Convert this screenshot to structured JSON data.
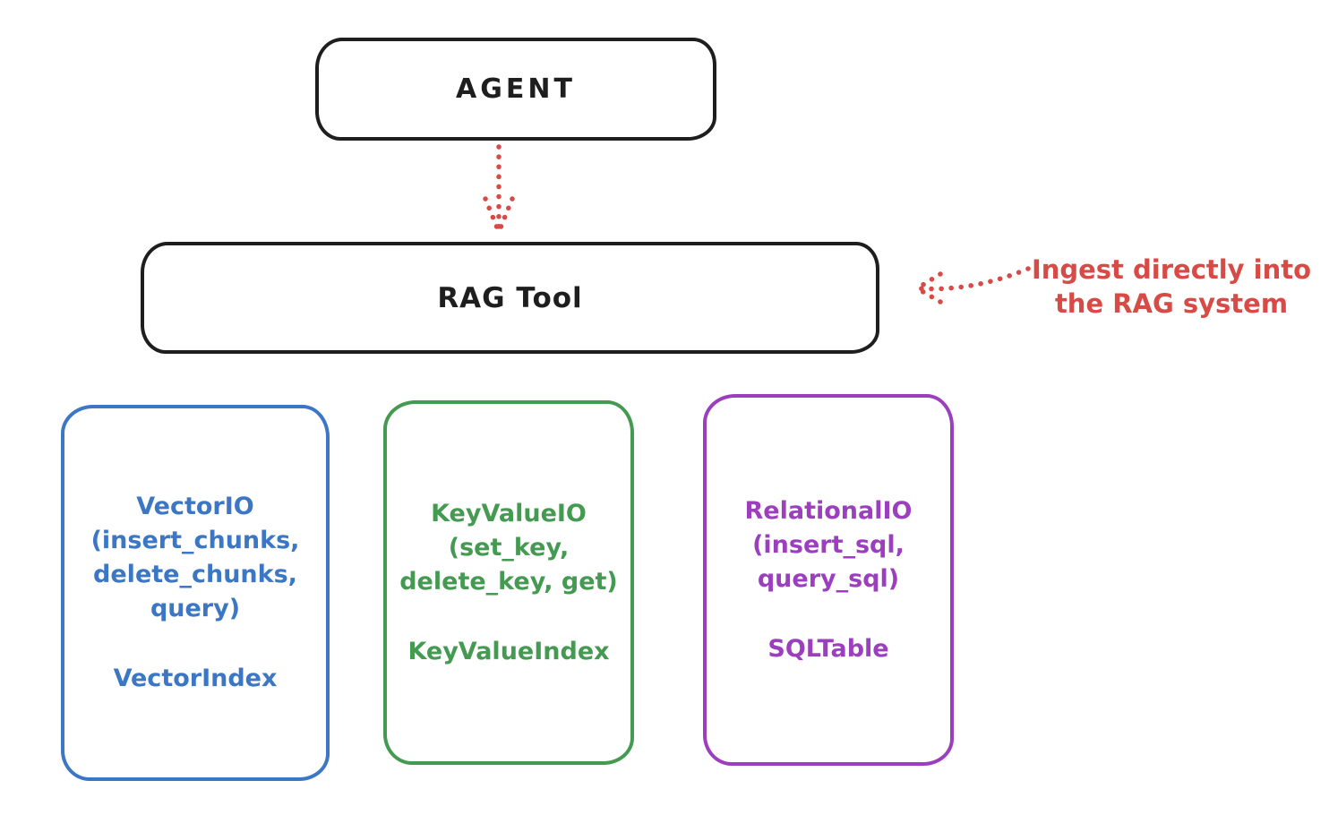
{
  "colors": {
    "ink": "#1e1e1e",
    "red": "#d84a45",
    "blue": "#3b77c5",
    "green": "#459a52",
    "purple": "#9c3fbf"
  },
  "agent_box": {
    "label": "AGENT"
  },
  "rag_tool_box": {
    "label": "RAG Tool"
  },
  "annotation": {
    "line1": "Ingest directly into",
    "line2": "the RAG system"
  },
  "arrows": {
    "agent_to_rag": "dotted-down-arrow",
    "ingest_to_rag": "dotted-left-arrow"
  },
  "storage_boxes": [
    {
      "api_label": "VectorIO\n(insert_chunks,\ndelete_chunks,\nquery)",
      "index_label": "VectorIndex",
      "color": "#3b77c5"
    },
    {
      "api_label": "KeyValueIO\n(set_key,\ndelete_key, get)",
      "index_label": "KeyValueIndex",
      "color": "#459a52"
    },
    {
      "api_label": "RelationalIO\n(insert_sql,\nquery_sql)",
      "index_label": "SQLTable",
      "color": "#9c3fbf"
    }
  ]
}
